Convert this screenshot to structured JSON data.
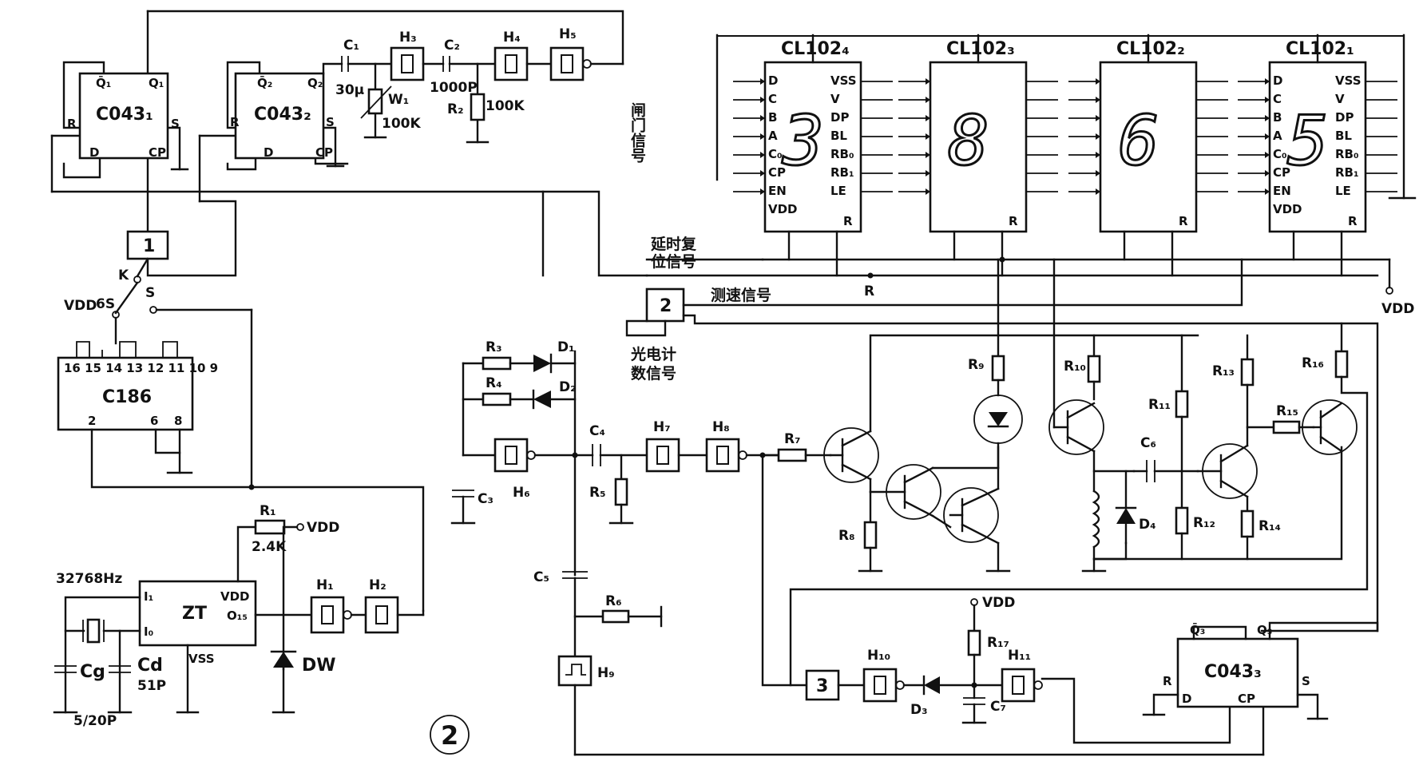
{
  "chips": {
    "c043_1": {
      "label": "C043₁",
      "q_bar": "Q̄₁",
      "q": "Q₁",
      "r": "R",
      "s": "S",
      "d": "D",
      "cp": "CP"
    },
    "c043_2": {
      "label": "C043₂",
      "q_bar": "Q̄₂",
      "q": "Q₂",
      "r": "R",
      "s": "S",
      "d": "D",
      "cp": "CP"
    },
    "c043_3": {
      "label": "C043₃",
      "q_bar": "Q̄₃",
      "q": "Q₃",
      "r": "R",
      "s": "S",
      "d": "D",
      "cp": "CP"
    },
    "c186": {
      "label": "C186",
      "pins_top": "16 15 14 13 12 11 10 9",
      "pin2": "2",
      "pin6": "6",
      "pin8": "8"
    },
    "zt": {
      "label": "ZT",
      "i1": "I₁",
      "i0": "I₀",
      "vdd": "VDD",
      "o15": "O₁₅",
      "vss": "VSS"
    },
    "gate1": "1",
    "gate2": "2",
    "gate3": "3"
  },
  "displays": [
    {
      "id": "cl1024",
      "label": "CL102₄",
      "digit": "3"
    },
    {
      "id": "cl1023",
      "label": "CL102₃",
      "digit": "8"
    },
    {
      "id": "cl1022",
      "label": "CL102₂",
      "digit": "6"
    },
    {
      "id": "cl1021",
      "label": "CL102₁",
      "digit": "5"
    }
  ],
  "display_pins_left": [
    "D",
    "C",
    "B",
    "A",
    "C₀",
    "CP",
    "EN",
    "VDD"
  ],
  "display_pins_right": [
    "VSS",
    "V",
    "DP",
    "BL",
    "RB₀",
    "RB₁",
    "LE",
    "R"
  ],
  "display_r": "R",
  "gates": {
    "h1": "H₁",
    "h2": "H₂",
    "h3": "H₃",
    "h4": "H₄",
    "h5": "H₅",
    "h6": "H₆",
    "h7": "H₇",
    "h8": "H₈",
    "h9": "H₉",
    "h10": "H₁₀",
    "h11": "H₁₁"
  },
  "components": {
    "c1": "C₁",
    "c1v": "30μ",
    "c2": "C₂",
    "c2v": "1000P",
    "w1": "W₁",
    "w1v": "100K",
    "r2": "R₂",
    "r2v": "100K",
    "r1": "R₁",
    "r1v": "2.4K",
    "r3": "R₃",
    "r4": "R₄",
    "r5": "R₅",
    "r6": "R₆",
    "r7": "R₇",
    "r8": "R₈",
    "r9": "R₉",
    "r10": "R₁₀",
    "r11": "R₁₁",
    "r12": "R₁₂",
    "r13": "R₁₃",
    "r14": "R₁₄",
    "r15": "R₁₅",
    "r16": "R₁₆",
    "r17": "R₁₇",
    "d1": "D₁",
    "d2": "D₂",
    "d3": "D₃",
    "d4": "D₄",
    "dw": "DW",
    "c3": "C₃",
    "c4": "C₄",
    "c5": "C₅",
    "c6": "C₆",
    "c7": "C₇",
    "cg": "Cg",
    "cd": "Cd",
    "cdv": "51P",
    "cgv": "5/20P",
    "xtal": "32768Hz"
  },
  "labels": {
    "vdd": "VDD",
    "k": "K",
    "s6": "6S",
    "s": "S",
    "r_reset": "R",
    "gate_signal": "闸门信号",
    "reset_signal_1": "延时复",
    "reset_signal_2": "位信号",
    "speed_signal": "测速信号",
    "photo_1": "光电计",
    "photo_2": "数信号",
    "figure_no": "2"
  }
}
